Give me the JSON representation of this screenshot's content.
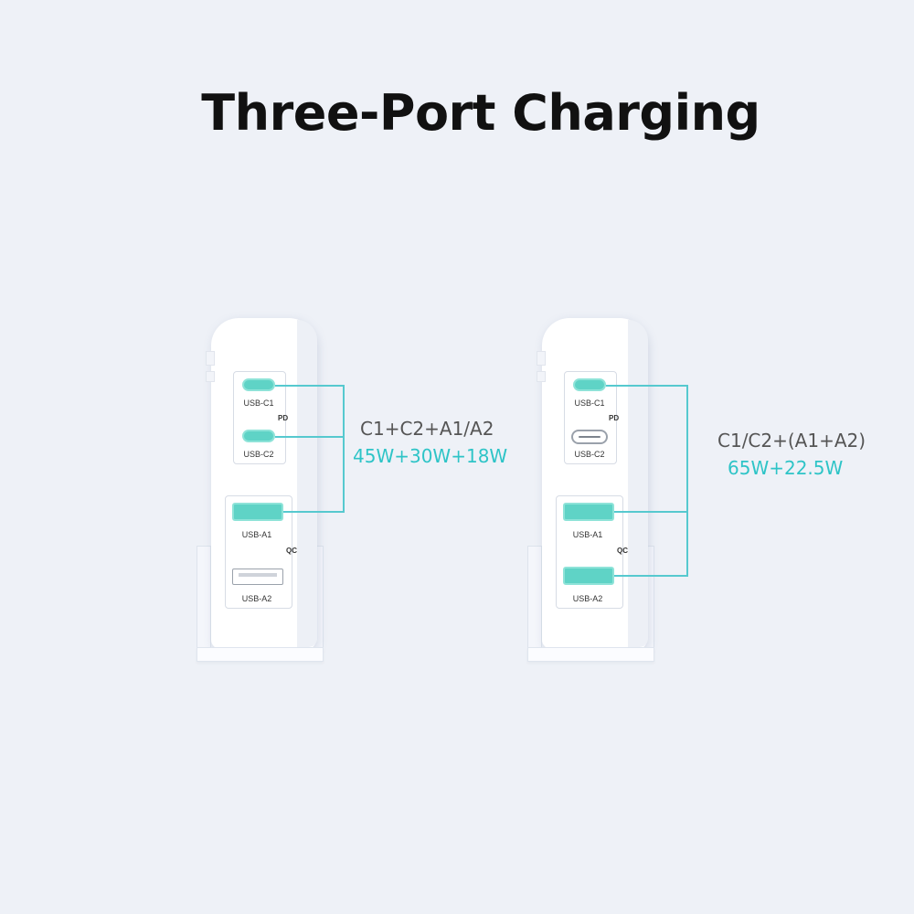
{
  "title": "Three-Port Charging",
  "accent_color": "#2ec4c7",
  "left": {
    "ports": {
      "c1": "USB-C1",
      "c2": "USB-C2",
      "a1": "USB-A1",
      "a2": "USB-A2",
      "pd": "PD",
      "qc": "QC"
    },
    "combo": "C1+C2+A1/A2",
    "watts": "45W+30W+18W",
    "active_ports": [
      "USB-C1",
      "USB-C2",
      "USB-A1"
    ]
  },
  "right": {
    "ports": {
      "c1": "USB-C1",
      "c2": "USB-C2",
      "a1": "USB-A1",
      "a2": "USB-A2",
      "pd": "PD",
      "qc": "QC"
    },
    "combo": "C1/C2+(A1+A2)",
    "watts": "65W+22.5W",
    "active_ports": [
      "USB-C1",
      "USB-A1",
      "USB-A2"
    ]
  }
}
